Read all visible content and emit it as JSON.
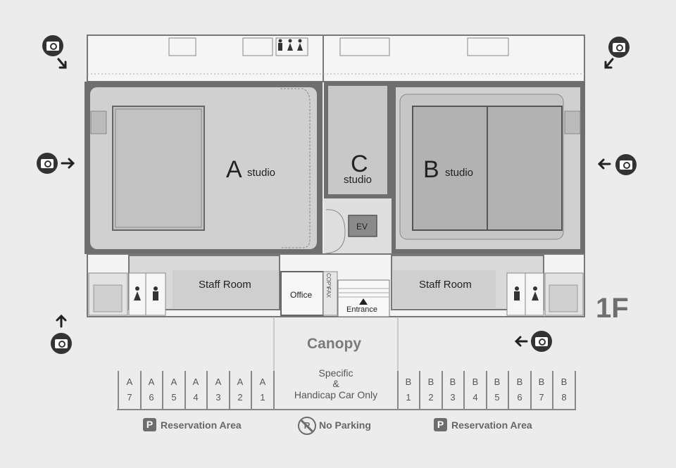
{
  "floor": {
    "label": "1F"
  },
  "rooms": {
    "studio_a": {
      "letter": "A",
      "label": "studio"
    },
    "studio_b": {
      "letter": "B",
      "label": "studio"
    },
    "studio_c": {
      "letter": "C",
      "label": "studio"
    },
    "ev": "EV",
    "staff_left": "Staff Room",
    "staff_right": "Staff Room",
    "office": "Office",
    "entrance": "Entrance",
    "copy": "COPY",
    "fax": "FAX"
  },
  "canopy": "Canopy",
  "specific_parking": {
    "line1": "Specific",
    "line2": "&",
    "line3": "Handicap Car Only"
  },
  "parking_a": [
    {
      "letter": "A",
      "number": "7"
    },
    {
      "letter": "A",
      "number": "6"
    },
    {
      "letter": "A",
      "number": "5"
    },
    {
      "letter": "A",
      "number": "4"
    },
    {
      "letter": "A",
      "number": "3"
    },
    {
      "letter": "A",
      "number": "2"
    },
    {
      "letter": "A",
      "number": "1"
    }
  ],
  "parking_b": [
    {
      "letter": "B",
      "number": "1"
    },
    {
      "letter": "B",
      "number": "2"
    },
    {
      "letter": "B",
      "number": "3"
    },
    {
      "letter": "B",
      "number": "4"
    },
    {
      "letter": "B",
      "number": "5"
    },
    {
      "letter": "B",
      "number": "6"
    },
    {
      "letter": "B",
      "number": "7"
    },
    {
      "letter": "B",
      "number": "8"
    }
  ],
  "legend": {
    "reservation_left": "Reservation Area",
    "no_parking": "No Parking",
    "reservation_right": "Reservation Area",
    "p_symbol": "P",
    "no_parking_symbol": "P"
  },
  "camera_positions": [
    {
      "icon": "camera-icon",
      "direction": "down-right"
    },
    {
      "icon": "camera-icon",
      "direction": "down-left"
    },
    {
      "icon": "camera-icon",
      "direction": "right"
    },
    {
      "icon": "camera-icon",
      "direction": "left"
    },
    {
      "icon": "camera-icon",
      "direction": "up"
    },
    {
      "icon": "camera-icon",
      "direction": "left"
    }
  ],
  "colors": {
    "background": "#ececec",
    "wall": "#6e6e6e",
    "studio_floor": "#cfcfcf",
    "stage": "#bdbdbd",
    "room_floor": "#d9d9d9",
    "corridor": "#f4f4f4",
    "floor_label": "#6f6f6f"
  }
}
